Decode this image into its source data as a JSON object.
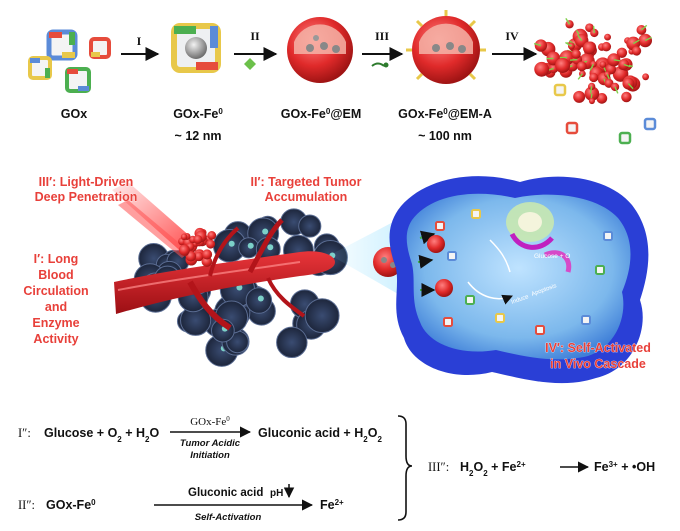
{
  "steps": {
    "i": "I",
    "ii": "II",
    "iii": "III",
    "iv": "IV"
  },
  "stages": {
    "gox": "GOx",
    "gox_fe": "GOx-Fe",
    "gox_fe_em": "GOx-Fe",
    "gox_fe_em_suffix": "@EM",
    "gox_fe_em_a": "GOx-Fe",
    "gox_fe_em_a_suffix": "@EM-A",
    "fe_super": "0",
    "size_small": "~ 12 nm",
    "size_large": "~ 100 nm"
  },
  "annotations": {
    "iii_prime_label": "III′",
    "iii_prime_line1": ": Light-Driven",
    "iii_prime_line2": "Deep Penetration",
    "ii_prime_label": "II′",
    "ii_prime_line1": ": Targeted Tumor",
    "ii_prime_line2": "Accumulation",
    "i_prime_label": "I′",
    "i_prime_lines": [
      ": Long",
      "Blood",
      "Circulation",
      "and",
      "Enzyme",
      "Activity"
    ],
    "iv_prime_label": "IV′",
    "iv_prime_line1": ": Self-Activated",
    "iv_prime_line2": "in Vivo Cascade"
  },
  "cell_labels": {
    "glucose": "Glucose + O",
    "induce": "Induce",
    "apoptosis": "Apoptosis"
  },
  "equations": {
    "eq1_label": "I″:",
    "eq1_left": "Glucose + O",
    "eq1_mid": " + H",
    "eq1_o": "O",
    "eq1_catalyst": "GOx-Fe",
    "eq1_catalyst_sup": "0",
    "eq1_cond1": "Tumor Acidic",
    "eq1_cond2": "Initiation",
    "eq1_right": "Gluconic acid  + H",
    "eq1_right_o": "O",
    "eq2_label": "II″:",
    "eq2_left": "GOx-Fe",
    "eq2_left_sup": "0",
    "eq2_top": "Gluconic acid",
    "eq2_ph": "pH",
    "eq2_cond": "Self-Activation",
    "eq2_right": "Fe",
    "eq2_right_sup": "2+",
    "eq3_label": "III″:",
    "eq3_left": "H",
    "eq3_left_o": "O",
    "eq3_plus": " + Fe",
    "eq3_fe_sup": "2+",
    "eq3_right": "Fe",
    "eq3_right_sup": "3+",
    "eq3_oh": " + •OH",
    "sub2": "2"
  },
  "colors": {
    "accent_red": "#e8403a",
    "vessel_red": "#c8191e",
    "cell_blue": "#2a3fd6",
    "cell_inner": "#8ec4f0",
    "tumor_dark": "#23304a"
  }
}
